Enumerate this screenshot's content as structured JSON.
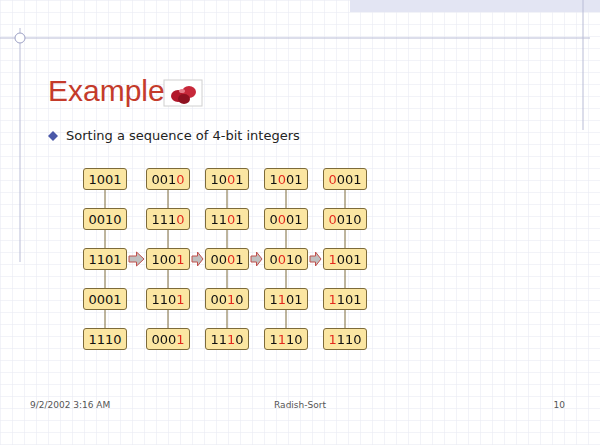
{
  "diagram": {
    "title": "Example",
    "nodes": [
      {
        "text": [
          "1001"
        ]
      },
      {
        "text": [
          "0010"
        ]
      },
      {
        "text": [
          "1101"
        ]
      },
      {
        "text": [
          "0001"
        ]
      },
      {
        "text": [
          "1110"
        ]
      },
      {
        "text": [
          "0010"
        ]
      },
      {
        "text": [
          "1110"
        ]
      },
      {
        "text": [
          "1001"
        ]
      },
      {
        "text": [
          "1101"
        ]
      },
      {
        "text": [
          "0001"
        ]
      },
      {
        "text": [
          "1001"
        ]
      },
      {
        "text": [
          "1101"
        ]
      },
      {
        "text": [
          "0001"
        ]
      },
      {
        "text": [
          "0010"
        ]
      },
      {
        "text": [
          "1110"
        ]
      },
      {
        "text": [
          "1001"
        ]
      },
      {
        "text": [
          "0001"
        ]
      },
      {
        "text": [
          "0010"
        ]
      },
      {
        "text": [
          "1101"
        ]
      },
      {
        "text": [
          "1110"
        ]
      },
      {
        "text": [
          "0001"
        ]
      },
      {
        "text": [
          "0010"
        ]
      },
      {
        "text": [
          "1001"
        ]
      },
      {
        "text": [
          "1101"
        ]
      },
      {
        "text": [
          "1110"
        ]
      }
    ],
    "edges": [
      {
        "from": 0,
        "to": 1,
        "arrow": "none"
      },
      {
        "from": 1,
        "to": 2,
        "arrow": "none"
      },
      {
        "from": 2,
        "to": 3,
        "arrow": "none"
      },
      {
        "from": 3,
        "to": 4,
        "arrow": "none"
      },
      {
        "from": 5,
        "to": 6,
        "arrow": "none"
      },
      {
        "from": 6,
        "to": 7,
        "arrow": "none"
      },
      {
        "from": 7,
        "to": 8,
        "arrow": "none"
      },
      {
        "from": 8,
        "to": 9,
        "arrow": "none"
      },
      {
        "from": 10,
        "to": 11,
        "arrow": "none"
      },
      {
        "from": 11,
        "to": 12,
        "arrow": "none"
      },
      {
        "from": 12,
        "to": 13,
        "arrow": "none"
      },
      {
        "from": 13,
        "to": 14,
        "arrow": "none"
      },
      {
        "from": 15,
        "to": 16,
        "arrow": "none"
      },
      {
        "from": 16,
        "to": 17,
        "arrow": "none"
      },
      {
        "from": 17,
        "to": 18,
        "arrow": "none"
      },
      {
        "from": 18,
        "to": 19,
        "arrow": "none"
      },
      {
        "from": 20,
        "to": 21,
        "arrow": "none"
      },
      {
        "from": 21,
        "to": 22,
        "arrow": "none"
      },
      {
        "from": 22,
        "to": 23,
        "arrow": "none"
      },
      {
        "from": 23,
        "to": 24,
        "arrow": "none"
      }
    ],
    "labels": [
      "Sorting a sequence of 4-bit integers",
      "9/2/2002 3:16 AM",
      "Radish-Sort",
      "10"
    ]
  }
}
